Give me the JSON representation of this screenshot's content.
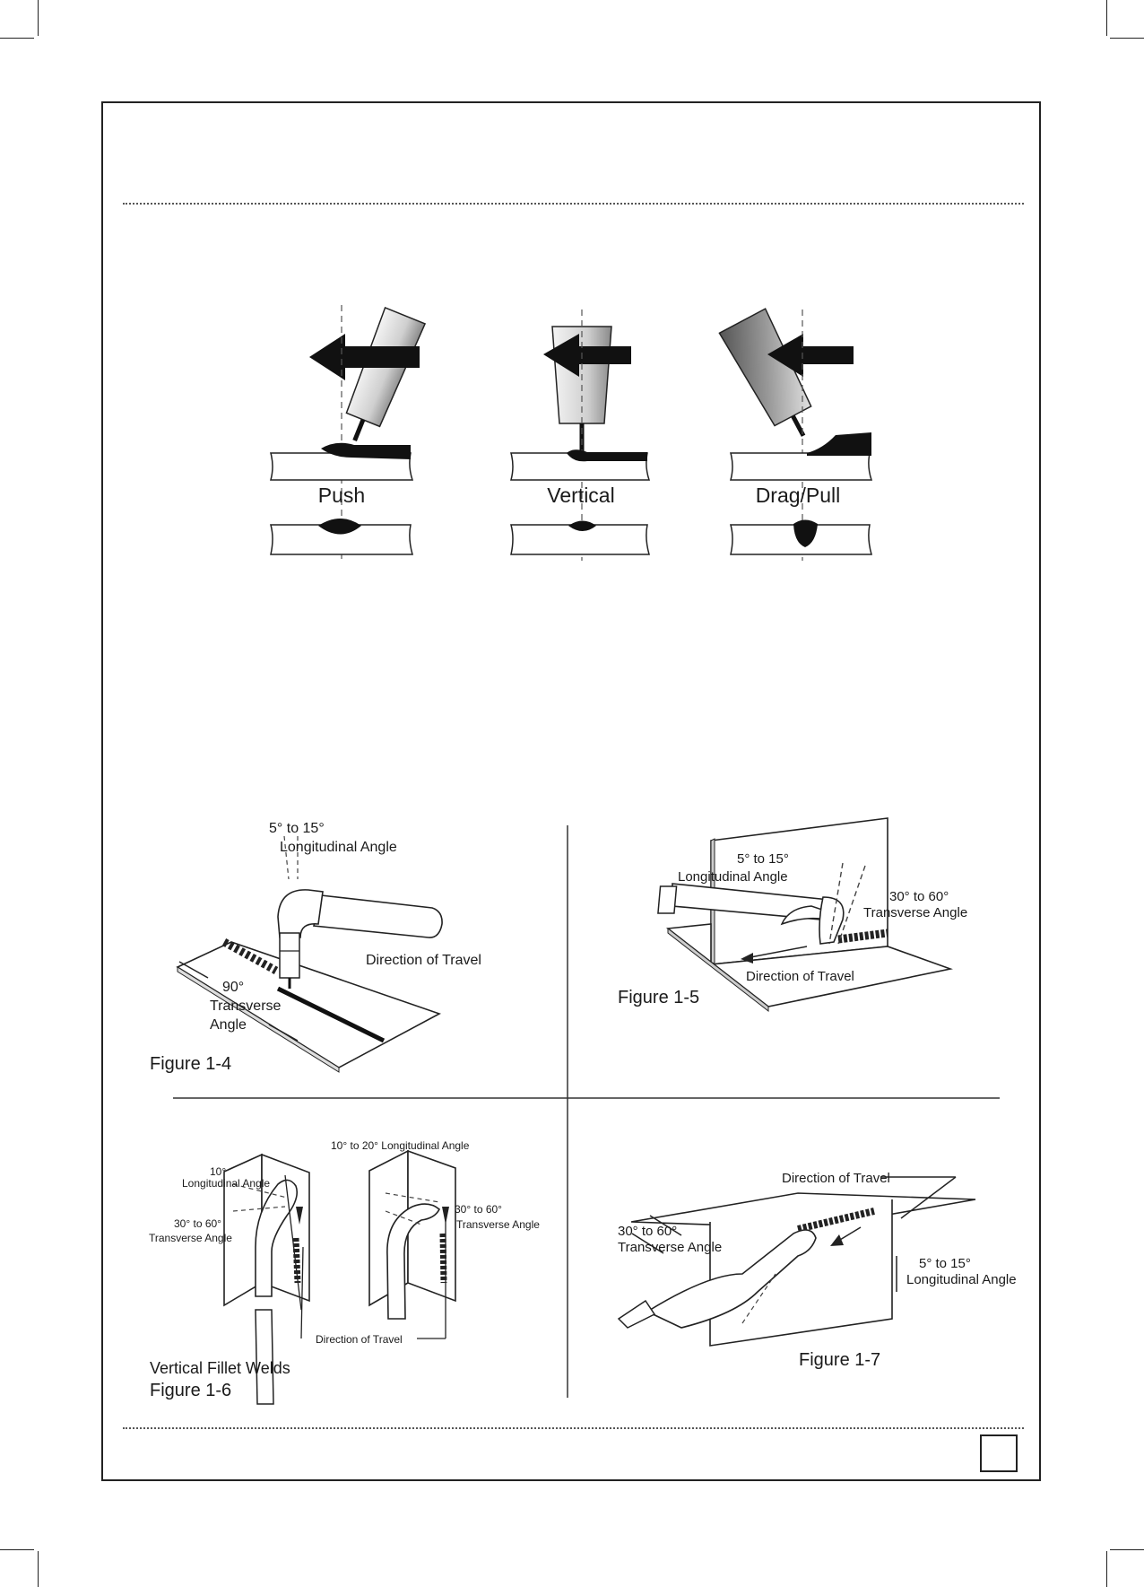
{
  "technique": {
    "push": "Push",
    "vertical": "Vertical",
    "drag_pull": "Drag/Pull"
  },
  "fig14": {
    "longitudinal_range": "5° to 15°",
    "longitudinal_label": "Longitudinal Angle",
    "direction": "Direction of Travel",
    "transverse_deg": "90°",
    "transverse_label_1": "Transverse",
    "transverse_label_2": "Angle",
    "caption": "Figure 1-4"
  },
  "fig15": {
    "longitudinal_range": "5° to 15°",
    "longitudinal_label": "Longitudinal Angle",
    "transverse_range": "30° to 60°",
    "transverse_label": "Transverse Angle",
    "direction": "Direction of Travel",
    "caption": "Figure 1-5"
  },
  "fig16": {
    "top_label": "10° to 20° Longitudinal Angle",
    "left_deg": "10°",
    "left_long_label": "Longitudinal Angle",
    "left_trans_range": "30° to 60°",
    "left_trans_label": "Transverse Angle",
    "right_trans_range": "30° to 60°",
    "right_trans_label": "Transverse Angle",
    "direction": "Direction of Travel",
    "title": "Vertical Fillet Welds",
    "caption": "Figure 1-6"
  },
  "fig17": {
    "direction": "Direction of Travel",
    "transverse_range": "30° to 60°",
    "transverse_label": "Transverse Angle",
    "longitudinal_range": "5° to 15°",
    "longitudinal_label": "Longitudinal Angle",
    "caption": "Figure 1-7"
  },
  "colors": {
    "ink": "#1a1a1a",
    "frame": "#222222"
  }
}
